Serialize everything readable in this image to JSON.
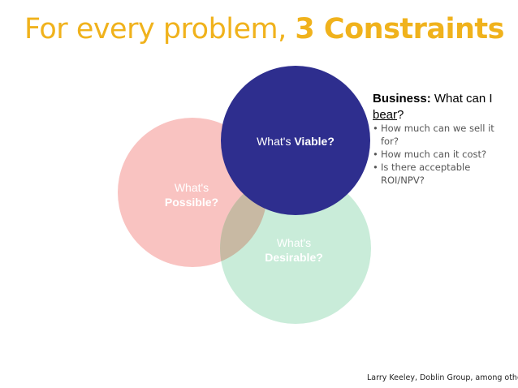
{
  "title": {
    "prefix": "For every problem, ",
    "emphasis": "3 Constraints"
  },
  "circles": {
    "possible": {
      "line1": "What's",
      "line2": "Possible?",
      "color": "#f9c3c1"
    },
    "desirable": {
      "line1": "What's",
      "line2": "Desirable?",
      "color": "#c9ecd9"
    },
    "viable": {
      "line1": "What's ",
      "line2": "Viable?",
      "color": "#2e2e8e"
    },
    "overlap_color": "#c8b9a3"
  },
  "business": {
    "heading": "Business:",
    "question_pre": " What can I ",
    "question_underlined": "bear",
    "question_post": "?",
    "bullets": [
      "How much can we sell it for?",
      "How much can it cost?",
      "Is there acceptable ROI/NPV?"
    ]
  },
  "credit": "Larry Keeley, Doblin Group, among others",
  "colors": {
    "title": "#f0b21c"
  }
}
